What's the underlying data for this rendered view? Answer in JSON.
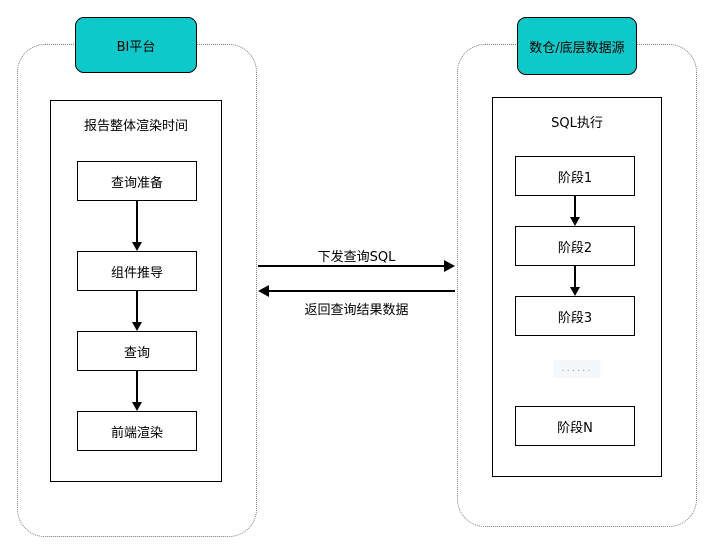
{
  "left": {
    "header": "BI平台",
    "container_title": "报告整体渲染时间",
    "steps": [
      "查询准备",
      "组件推导",
      "查询",
      "前端渲染"
    ]
  },
  "right": {
    "header": "数仓/底层数据源",
    "container_title": "SQL执行",
    "steps": [
      "阶段1",
      "阶段2",
      "阶段3"
    ],
    "ellipsis": "......",
    "final_step": "阶段N"
  },
  "flows": {
    "request": "下发查询SQL",
    "response": "返回查询结果数据"
  },
  "colors": {
    "node_fill": "#0dc9c9",
    "shape_border": "#000000",
    "boundary_dotted": "#7a7a7a",
    "ellipsis_color": "#9aa0a6",
    "ellipsis_bg": "#f5f8fa"
  }
}
